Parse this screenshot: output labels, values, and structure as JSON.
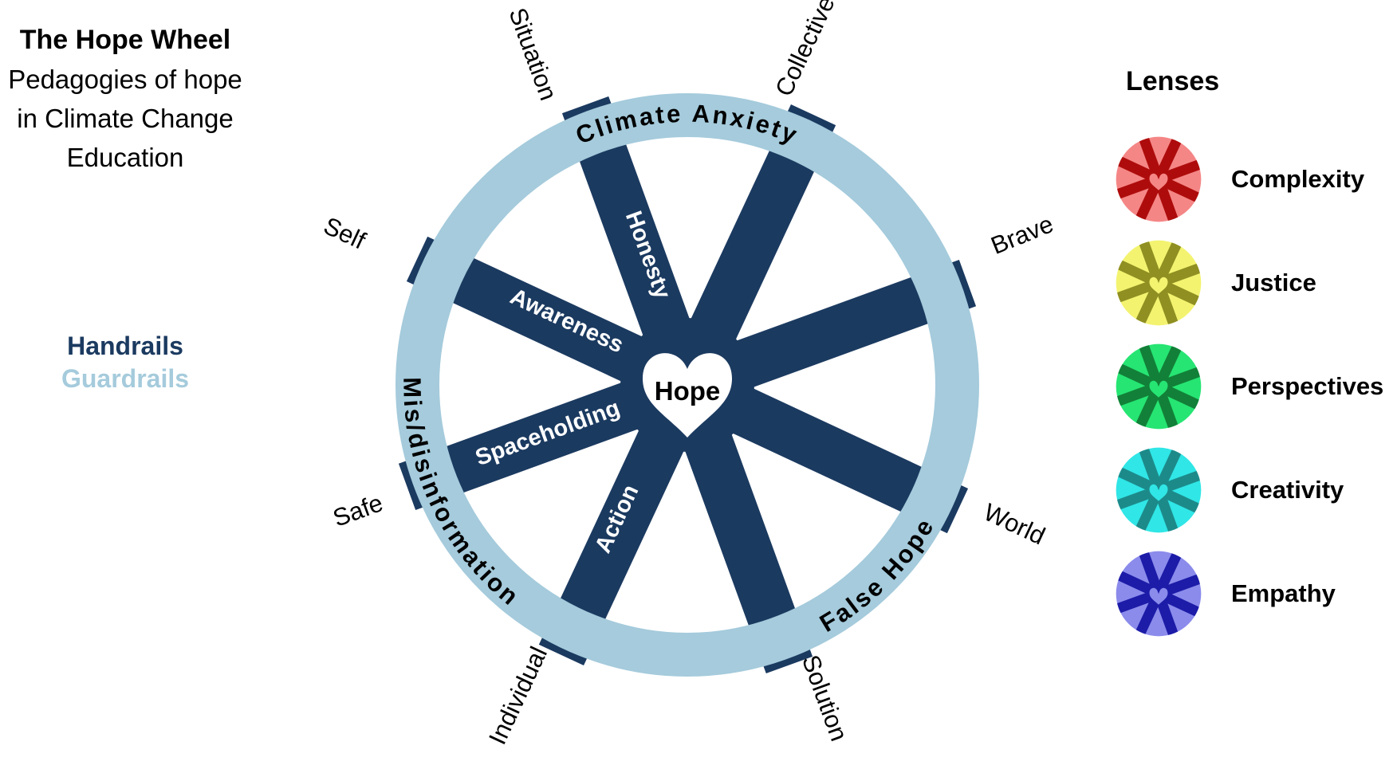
{
  "colors": {
    "navy": "#1b3a60",
    "rim": "#a5cbdc",
    "background": "#ffffff"
  },
  "left_panel": {
    "title": "The Hope Wheel",
    "subtitle_lines": [
      "Pedagogies of hope",
      "in Climate Change",
      "Education"
    ],
    "legend": {
      "handrails": "Handrails",
      "guardrails": "Guardrails"
    }
  },
  "wheel": {
    "center_label": "Hope",
    "spokes": {
      "honesty": "Honesty",
      "awareness": "Awareness",
      "spaceholding": "Spaceholding",
      "action": "Action"
    },
    "rim_labels": {
      "top": "Climate Anxiety",
      "bottom_left": "Mis/disinformation",
      "bottom_right": "False Hope"
    },
    "outer_labels": {
      "situation": "Situation",
      "collective": "Collective",
      "self": "Self",
      "brave": "Brave",
      "safe": "Safe",
      "world": "World",
      "individual": "Individual",
      "solution": "Solution"
    }
  },
  "lenses": {
    "heading": "Lenses",
    "items": [
      {
        "label": "Complexity",
        "fill": "#f58686",
        "spoke": "#ae0c0c"
      },
      {
        "label": "Justice",
        "fill": "#f3f370",
        "spoke": "#8f8f22"
      },
      {
        "label": "Perspectives",
        "fill": "#26e573",
        "spoke": "#128038"
      },
      {
        "label": "Creativity",
        "fill": "#30e6e6",
        "spoke": "#1d8a8a"
      },
      {
        "label": "Empathy",
        "fill": "#8b8bec",
        "spoke": "#1c1ca8"
      }
    ]
  }
}
